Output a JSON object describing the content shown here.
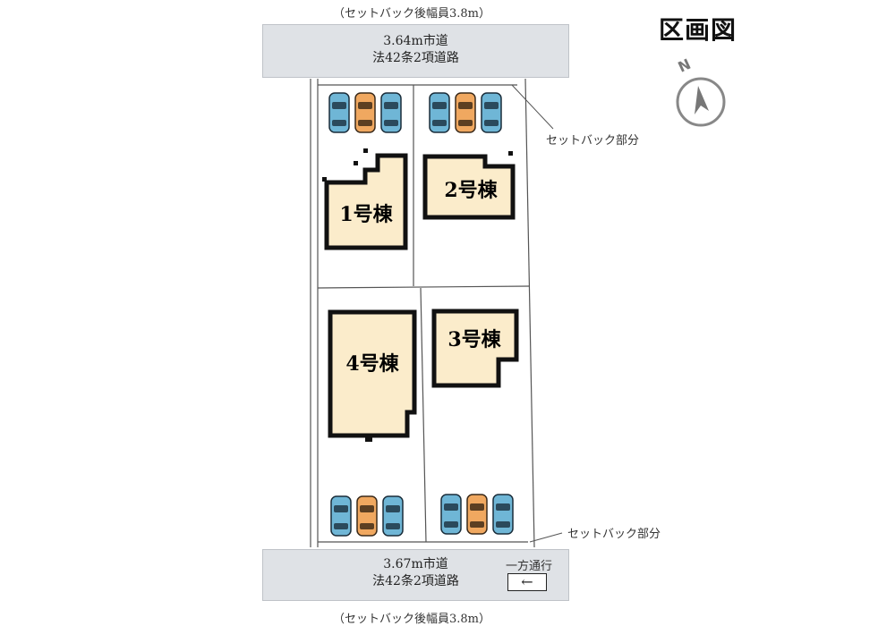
{
  "title": "区画図",
  "top_road": {
    "setback_width": "（セットバック後幅員3.8m）",
    "line1": "3.64m市道",
    "line2": "法42条2項道路"
  },
  "bottom_road": {
    "setback_width": "（セットバック後幅員3.8m）",
    "line1": "3.67m市道",
    "line2": "法42条2項道路",
    "oneway": "一方通行",
    "oneway_arrow": "←"
  },
  "setback_top": "セットバック部分",
  "setback_bottom": "セットバック部分",
  "compass": {
    "label": "N"
  },
  "buildings": [
    {
      "label": "1号棟"
    },
    {
      "label": "2号棟"
    },
    {
      "label": "3号棟"
    },
    {
      "label": "4号棟"
    }
  ],
  "colors": {
    "building_fill": "#fbeccb",
    "road": "#dfe2e6",
    "car_blue": "#6fb6d6",
    "car_orange": "#f0a860"
  }
}
